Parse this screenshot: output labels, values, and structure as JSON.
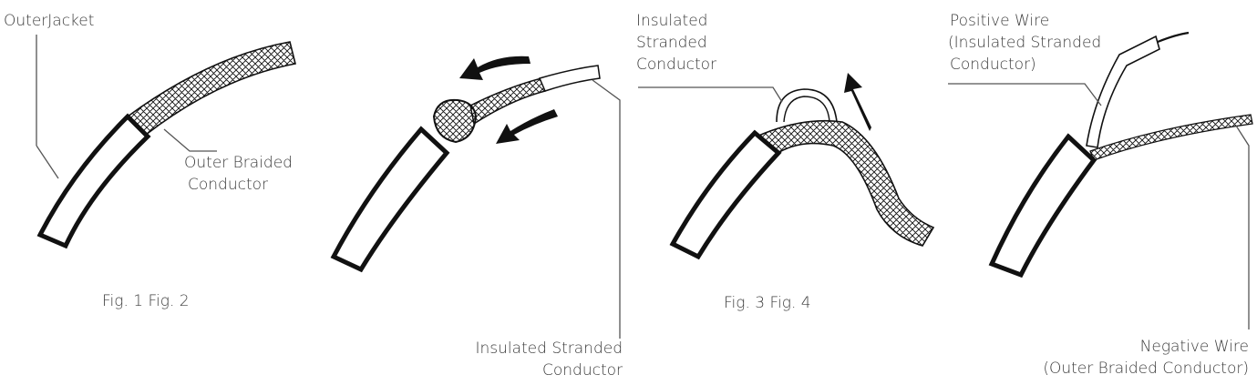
{
  "labels": {
    "outer_jacket": "OuterJacket",
    "outer_braided_1": "Outer Braided",
    "outer_braided_2": "Conductor",
    "fig12": "Fig. 1  Fig. 2",
    "insulated_bottom_1": "Insulated Stranded",
    "insulated_bottom_2": "Conductor",
    "insulated_top_1": "Insulated",
    "insulated_top_2": "Stranded",
    "insulated_top_3": "Conductor",
    "fig34": "Fig. 3 Fig. 4",
    "positive_1": "Positive Wire",
    "positive_2": "(Insulated Stranded",
    "positive_3": "Conductor)",
    "negative_1": "Negative Wire",
    "negative_2": "(Outer Braided Conductor)"
  }
}
